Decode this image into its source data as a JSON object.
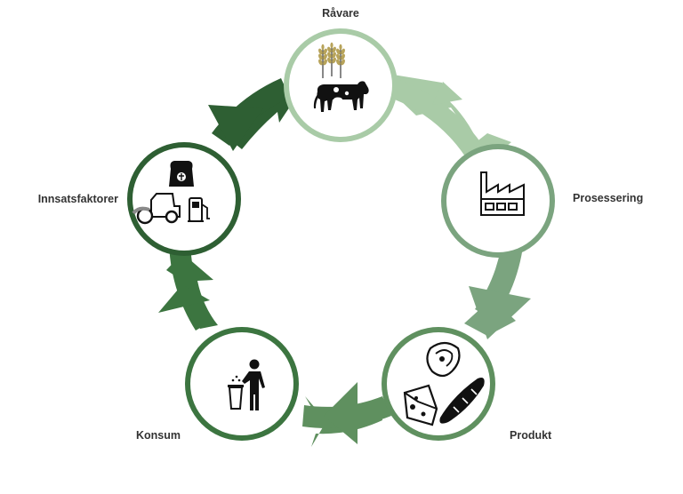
{
  "diagram": {
    "stages": [
      {
        "id": "ravare",
        "label": "Råvare",
        "icons": [
          "wheat-icon",
          "cow-icon"
        ]
      },
      {
        "id": "prosessering",
        "label": "Prosessering",
        "icons": [
          "factory-icon"
        ]
      },
      {
        "id": "produkt",
        "label": "Produkt",
        "icons": [
          "meat-steak-icon",
          "cheese-icon",
          "baguette-icon"
        ]
      },
      {
        "id": "konsum",
        "label": "Konsum",
        "icons": [
          "person-trash-bin-icon"
        ]
      },
      {
        "id": "innsatsfaktorer",
        "label": "Innsatsfaktorer",
        "icons": [
          "fertilizer-sack-icon",
          "tractor-icon",
          "fuel-pump-icon"
        ]
      }
    ],
    "flow": "clockwise",
    "colors": {
      "ravare": "#a9cba7",
      "prosessering": "#7ba47f",
      "produkt": "#5f905f",
      "konsum": "#3c7540",
      "innsatsfaktorer": "#2e5f33",
      "circle_fill": "#ffffff",
      "icon": "#1a1a1a"
    }
  }
}
